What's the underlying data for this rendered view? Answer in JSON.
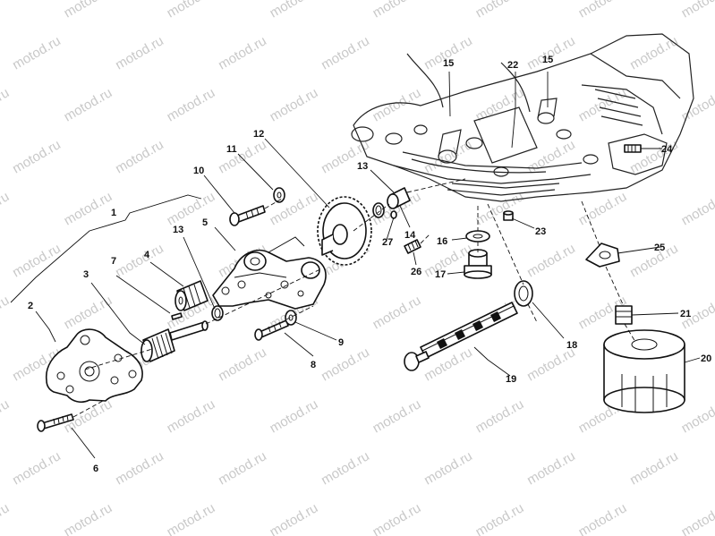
{
  "watermark": {
    "text": "motod.ru",
    "color": "#c9c9c9"
  },
  "callouts": [
    {
      "id": "c1",
      "text": "1"
    },
    {
      "id": "c2",
      "text": "2"
    },
    {
      "id": "c3",
      "text": "3"
    },
    {
      "id": "c4",
      "text": "4"
    },
    {
      "id": "c5",
      "text": "5"
    },
    {
      "id": "c6",
      "text": "6"
    },
    {
      "id": "c7",
      "text": "7"
    },
    {
      "id": "c8",
      "text": "8"
    },
    {
      "id": "c9",
      "text": "9"
    },
    {
      "id": "c10",
      "text": "10"
    },
    {
      "id": "c11",
      "text": "11"
    },
    {
      "id": "c12",
      "text": "12"
    },
    {
      "id": "c13a",
      "text": "13"
    },
    {
      "id": "c13b",
      "text": "13"
    },
    {
      "id": "c14",
      "text": "14"
    },
    {
      "id": "c15a",
      "text": "15"
    },
    {
      "id": "c15b",
      "text": "15"
    },
    {
      "id": "c16",
      "text": "16"
    },
    {
      "id": "c17",
      "text": "17"
    },
    {
      "id": "c18",
      "text": "18"
    },
    {
      "id": "c19",
      "text": "19"
    },
    {
      "id": "c20",
      "text": "20"
    },
    {
      "id": "c21",
      "text": "21"
    },
    {
      "id": "c22",
      "text": "22"
    },
    {
      "id": "c23",
      "text": "23"
    },
    {
      "id": "c24",
      "text": "24"
    },
    {
      "id": "c25",
      "text": "25"
    },
    {
      "id": "c26",
      "text": "26"
    },
    {
      "id": "c27",
      "text": "27"
    }
  ]
}
